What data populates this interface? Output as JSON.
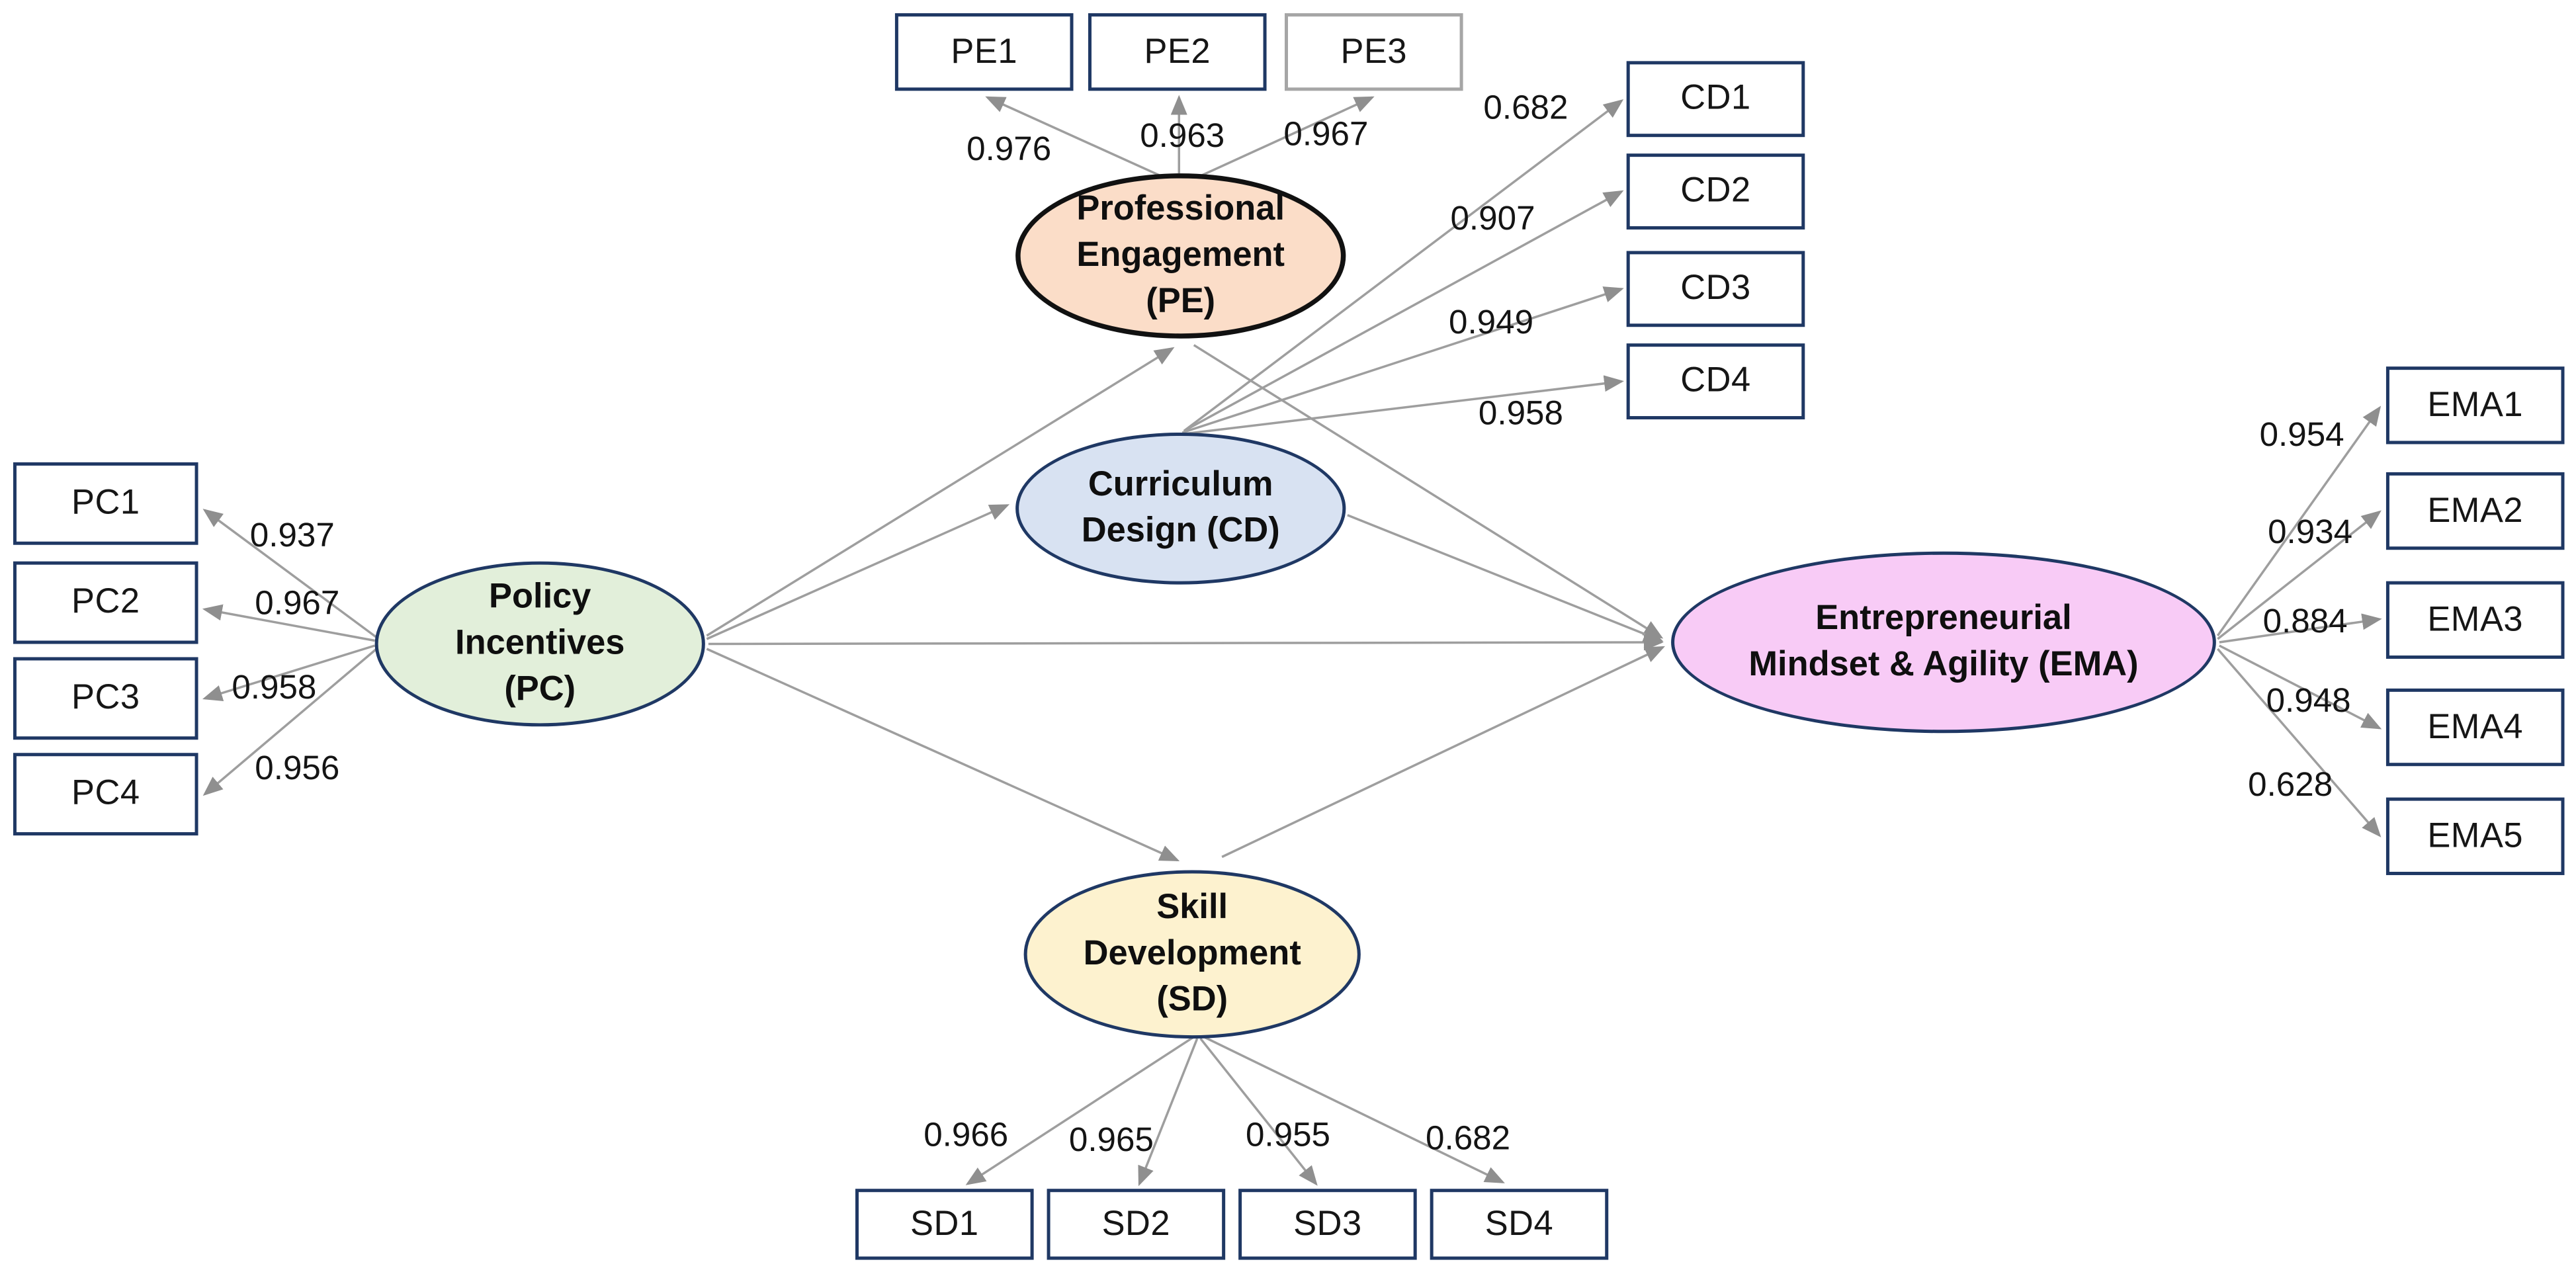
{
  "diagram": {
    "type": "sem-path-model",
    "colors": {
      "pe_fill": "#fbddc8",
      "pe_stroke": "#111111",
      "cd_fill": "#d8e2f2",
      "pc_fill": "#e2efda",
      "sd_fill": "#fdf2cf",
      "ema_fill": "#f8cbf6",
      "latent_stroke": "#1f3864",
      "box_stroke": "#1f3864",
      "box_stroke_alt": "#a6a6a6",
      "edge": "#9e9e9e"
    },
    "latents": {
      "pe": {
        "id": "PE",
        "label": "Professional\nEngagement\n(PE)"
      },
      "cd": {
        "id": "CD",
        "label": "Curriculum\nDesign (CD)"
      },
      "pc": {
        "id": "PC",
        "label": "Policy\nIncentives\n(PC)"
      },
      "sd": {
        "id": "SD",
        "label": "Skill\nDevelopment\n(SD)"
      },
      "ema": {
        "id": "EMA",
        "label": "Entrepreneurial\nMindset & Agility (EMA)"
      }
    },
    "indicators": {
      "pe": [
        {
          "name": "PE1",
          "loading": "0.976"
        },
        {
          "name": "PE2",
          "loading": "0.963"
        },
        {
          "name": "PE3",
          "loading": "0.967"
        }
      ],
      "cd": [
        {
          "name": "CD1",
          "loading": "0.682"
        },
        {
          "name": "CD2",
          "loading": "0.907"
        },
        {
          "name": "CD3",
          "loading": "0.949"
        },
        {
          "name": "CD4",
          "loading": "0.958"
        }
      ],
      "pc": [
        {
          "name": "PC1",
          "loading": "0.937"
        },
        {
          "name": "PC2",
          "loading": "0.967"
        },
        {
          "name": "PC3",
          "loading": "0.958"
        },
        {
          "name": "PC4",
          "loading": "0.956"
        }
      ],
      "sd": [
        {
          "name": "SD1",
          "loading": "0.966"
        },
        {
          "name": "SD2",
          "loading": "0.965"
        },
        {
          "name": "SD3",
          "loading": "0.955"
        },
        {
          "name": "SD4",
          "loading": "0.682"
        }
      ],
      "ema": [
        {
          "name": "EMA1",
          "loading": "0.954"
        },
        {
          "name": "EMA2",
          "loading": "0.934"
        },
        {
          "name": "EMA3",
          "loading": "0.884"
        },
        {
          "name": "EMA4",
          "loading": "0.948"
        },
        {
          "name": "EMA5",
          "loading": "0.628"
        }
      ]
    },
    "structural_paths": [
      "PC → PE",
      "PC → CD",
      "PC → SD",
      "PC → EMA",
      "PE → EMA",
      "CD → EMA",
      "SD → EMA"
    ]
  }
}
